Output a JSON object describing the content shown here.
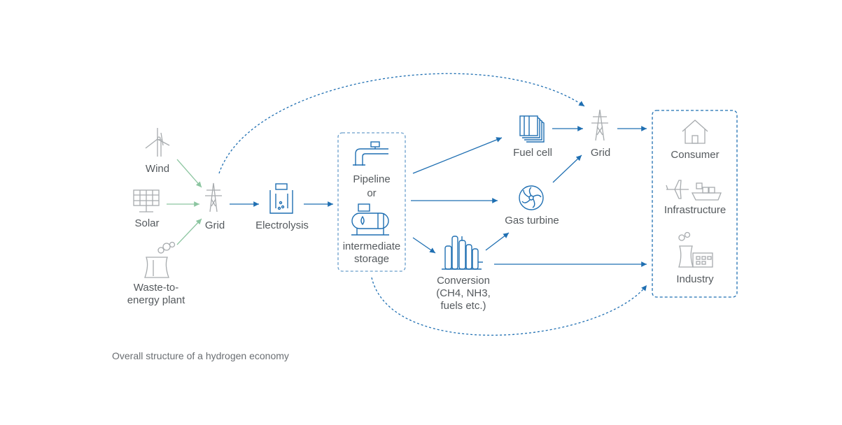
{
  "nodes": {
    "wind": "Wind",
    "solar": "Solar",
    "waste": "Waste-to-\nenergy plant",
    "grid_left": "Grid",
    "electrolysis": "Electrolysis",
    "storage_line1": "Pipeline",
    "storage_or": "or",
    "storage_line2": "intermediate\nstorage",
    "fuel_cell": "Fuel cell",
    "gas_turbine": "Gas turbine",
    "conversion": "Conversion\n(CH4, NH3,\nfuels etc.)",
    "grid_right": "Grid",
    "consumer": "Consumer",
    "infrastructure": "Infrastructure",
    "industry": "Industry"
  },
  "caption": "Overall structure of a hydrogen economy",
  "colors": {
    "blue": "#1f6fb2",
    "green": "#8cc5a0",
    "gray_icon": "#a7abae",
    "text": "#555a5e"
  },
  "icons": [
    "wind-turbine-icon",
    "solar-panel-icon",
    "waste-plant-icon",
    "pylon-icon",
    "electrolyzer-icon",
    "pipeline-icon",
    "storage-tank-icon",
    "fuel-cell-icon",
    "turbine-icon",
    "conversion-plant-icon",
    "house-icon",
    "airplane-icon",
    "ship-icon",
    "factory-icon"
  ]
}
